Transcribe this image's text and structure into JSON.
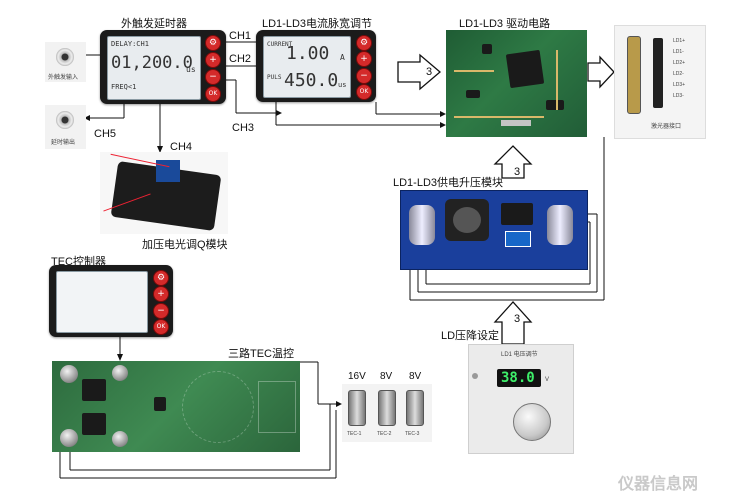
{
  "labels": {
    "ext_trigger_timer": "外触发延时器",
    "ld_current_pulse": "LD1-LD3电流脉宽调节",
    "ld_drive_circuit": "LD1-LD3 驱动电路",
    "ch1": "CH1",
    "ch2": "CH2",
    "ch3": "CH3",
    "ch4": "CH4",
    "ch5": "CH5",
    "ld_boost_module": "LD1-LD3供电升压模块",
    "q_switch_module": "加压电光调Q模块",
    "tec_controller": "TEC控制器",
    "tec_three_way": "三路TEC温控",
    "ld_voltage_setting": "LD压降设定",
    "arrow_count_a": "3",
    "arrow_count_b": "3",
    "arrow_count_c": "3"
  },
  "photo_text": {
    "ext_input": "外触发输入",
    "delay_output": "延时输出",
    "pump_port": "激光器接口",
    "ld_pins": [
      "LD1+",
      "LD1-",
      "LD2+",
      "LD2-",
      "LD3+",
      "LD3-"
    ],
    "tec_voltages": [
      "16V",
      "8V",
      "8V"
    ],
    "tec_connectors": [
      "TEC-1",
      "TEC-2",
      "TEC-3"
    ],
    "ld1_voltage_panel": "LD1 电压调节",
    "ld1_voltage_value": "38.0",
    "ld1_voltage_unit": "V",
    "watermark": "仪器信息网"
  },
  "timer_lcd": {
    "line1": "DELAY:CH1",
    "line2": "01,200.0",
    "line2_unit": "us",
    "line3": "FREQ<1"
  },
  "pulse_lcd": {
    "line1": "CURRENT",
    "line2": "1.00",
    "line2_unit": "A",
    "line3_prefix": "PULS",
    "line3": "450.0",
    "line3_unit": "us"
  },
  "button_glyphs": [
    "⚙",
    "+",
    "−",
    "OK"
  ]
}
